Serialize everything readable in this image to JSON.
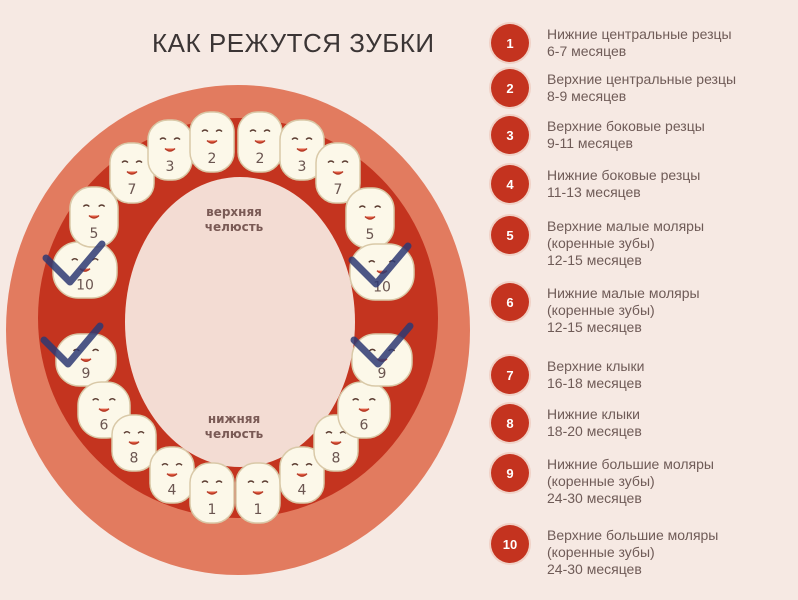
{
  "title": "КАК РЕЖУТСЯ ЗУБКИ",
  "jaw_labels": {
    "upper_line1": "верхняя",
    "upper_line2": "челюсть",
    "lower_line1": "нижняя",
    "lower_line2": "челюсть"
  },
  "upper_teeth": [
    "10",
    "5",
    "7",
    "3",
    "2",
    "2",
    "3",
    "7",
    "5",
    "10"
  ],
  "lower_teeth": [
    "9",
    "6",
    "8",
    "4",
    "1",
    "1",
    "4",
    "8",
    "6",
    "9"
  ],
  "checked_teeth": [
    "upper-10-left",
    "upper-10-right",
    "lower-9-left",
    "lower-9-right"
  ],
  "colors": {
    "background": "#f6e9e3",
    "gum_outer": "#e27b5f",
    "gum_inner": "#c4341f",
    "palate": "#f3dcd3",
    "tooth": "#fcf8e9",
    "badge": "#c4331f",
    "checkmark": "#2e3a73"
  },
  "legend": [
    {
      "num": "1",
      "lines": [
        "Нижние центральные резцы",
        "6-7 месяцев"
      ]
    },
    {
      "num": "2",
      "lines": [
        "Верхние центральные резцы",
        "8-9 месяцев"
      ]
    },
    {
      "num": "3",
      "lines": [
        "Верхние боковые резцы",
        "9-11 месяцев"
      ]
    },
    {
      "num": "4",
      "lines": [
        "Нижние боковые резцы",
        "11-13 месяцев"
      ]
    },
    {
      "num": "5",
      "lines": [
        "Верхние малые моляры",
        "(коренные зубы)",
        "12-15 месяцев"
      ]
    },
    {
      "num": "6",
      "lines": [
        "Нижние малые моляры",
        "(коренные зубы)",
        "12-15 месяцев"
      ]
    },
    {
      "num": "7",
      "lines": [
        "Верхние клыки",
        "16-18 месяцев"
      ]
    },
    {
      "num": "8",
      "lines": [
        "Нижние клыки",
        "18-20 месяцев"
      ]
    },
    {
      "num": "9",
      "lines": [
        "Нижние большие моляры",
        "(коренные зубы)",
        "24-30 месяцев"
      ]
    },
    {
      "num": "10",
      "lines": [
        "Верхние большие моляры",
        "(коренные зубы)",
        "24-30 месяцев"
      ]
    }
  ]
}
